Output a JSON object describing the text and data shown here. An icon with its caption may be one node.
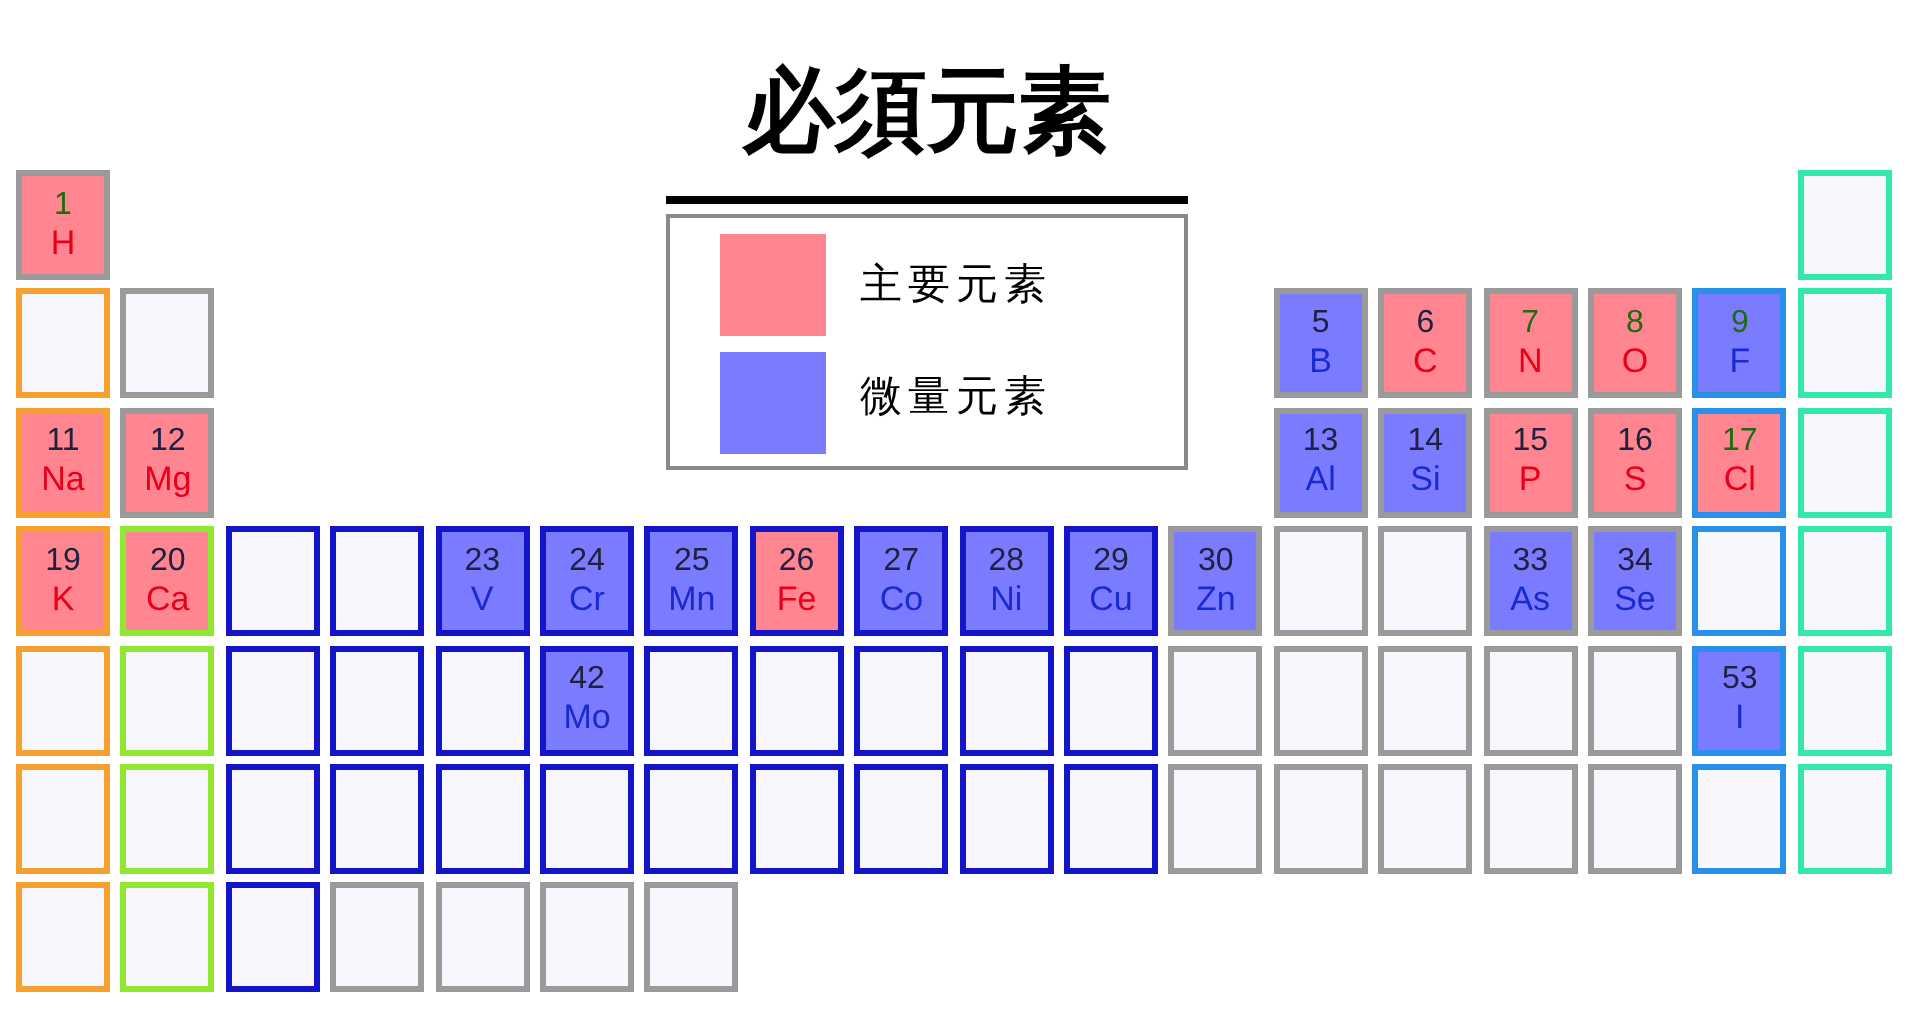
{
  "diagram": {
    "title": "必須元素",
    "nodes": [
      {
        "text": [
          "1",
          "H"
        ]
      },
      {
        "text": [],
        "shape": "box"
      },
      {
        "text": [],
        "shape": "box"
      },
      {
        "text": [],
        "shape": "box"
      },
      {
        "text": [
          "5",
          "B"
        ]
      },
      {
        "text": [
          "6",
          "C"
        ]
      },
      {
        "text": [
          "7",
          "N"
        ]
      },
      {
        "text": [
          "8",
          "O"
        ]
      },
      {
        "text": [
          "9",
          "F"
        ]
      },
      {
        "text": [],
        "shape": "box"
      },
      {
        "text": [
          "11",
          "Na"
        ]
      },
      {
        "text": [
          "12",
          "Mg"
        ]
      },
      {
        "text": [
          "13",
          "Al"
        ]
      },
      {
        "text": [
          "14",
          "Si"
        ]
      },
      {
        "text": [
          "15",
          "P"
        ]
      },
      {
        "text": [
          "16",
          "S"
        ]
      },
      {
        "text": [
          "17",
          "Cl"
        ]
      },
      {
        "text": [],
        "shape": "box"
      },
      {
        "text": [
          "19",
          "K"
        ]
      },
      {
        "text": [
          "20",
          "Ca"
        ]
      },
      {
        "text": [],
        "shape": "box"
      },
      {
        "text": [],
        "shape": "box"
      },
      {
        "text": [
          "23",
          "V"
        ]
      },
      {
        "text": [
          "24",
          "Cr"
        ]
      },
      {
        "text": [
          "25",
          "Mn"
        ]
      },
      {
        "text": [
          "26",
          "Fe"
        ]
      },
      {
        "text": [
          "27",
          "Co"
        ]
      },
      {
        "text": [
          "28",
          "Ni"
        ]
      },
      {
        "text": [
          "29",
          "Cu"
        ]
      },
      {
        "text": [
          "30",
          "Zn"
        ]
      },
      {
        "text": [],
        "shape": "box"
      },
      {
        "text": [],
        "shape": "box"
      },
      {
        "text": [
          "33",
          "As"
        ]
      },
      {
        "text": [
          "34",
          "Se"
        ]
      },
      {
        "text": [],
        "shape": "box"
      },
      {
        "text": [],
        "shape": "box"
      },
      {
        "text": [],
        "shape": "box"
      },
      {
        "text": [],
        "shape": "box"
      },
      {
        "text": [],
        "shape": "box"
      },
      {
        "text": [],
        "shape": "box"
      },
      {
        "text": [],
        "shape": "box"
      },
      {
        "text": [
          "42",
          "Mo"
        ]
      },
      {
        "text": [],
        "shape": "box"
      },
      {
        "text": [],
        "shape": "box"
      },
      {
        "text": [],
        "shape": "box"
      },
      {
        "text": [],
        "shape": "box"
      },
      {
        "text": [],
        "shape": "box"
      },
      {
        "text": [],
        "shape": "box"
      },
      {
        "text": [],
        "shape": "box"
      },
      {
        "text": [],
        "shape": "box"
      },
      {
        "text": [],
        "shape": "box"
      },
      {
        "text": [],
        "shape": "box"
      },
      {
        "text": [
          "53",
          "I"
        ]
      },
      {
        "text": [],
        "shape": "box"
      },
      {
        "text": [],
        "shape": "box"
      },
      {
        "text": [],
        "shape": "box"
      },
      {
        "text": [],
        "shape": "box"
      },
      {
        "text": [],
        "shape": "box"
      },
      {
        "text": [],
        "shape": "box"
      },
      {
        "text": [],
        "shape": "box"
      },
      {
        "text": [],
        "shape": "box"
      },
      {
        "text": [],
        "shape": "box"
      },
      {
        "text": [],
        "shape": "box"
      },
      {
        "text": [],
        "shape": "box"
      },
      {
        "text": [],
        "shape": "box"
      },
      {
        "text": [],
        "shape": "box"
      },
      {
        "text": [],
        "shape": "box"
      },
      {
        "text": [],
        "shape": "box"
      },
      {
        "text": [],
        "shape": "box"
      },
      {
        "text": [],
        "shape": "box"
      },
      {
        "text": [],
        "shape": "box"
      },
      {
        "text": [],
        "shape": "box"
      },
      {
        "text": [],
        "shape": "box"
      },
      {
        "text": [],
        "shape": "box"
      },
      {
        "text": [],
        "shape": "box"
      },
      {
        "text": [],
        "shape": "box"
      },
      {
        "text": [],
        "shape": "box"
      },
      {
        "text": [],
        "shape": "box"
      },
      {
        "text": [],
        "shape": "box"
      }
    ],
    "legend": [
      {
        "text": "主要元素",
        "color": "#ff8590"
      },
      {
        "text": "微量元素",
        "color": "#7b7bff"
      }
    ]
  }
}
